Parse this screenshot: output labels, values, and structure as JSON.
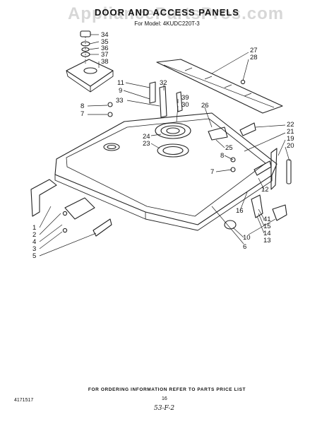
{
  "title": "DOOR AND ACCESS PANELS",
  "model": "For Model: 4KUDC220T-3",
  "watermark": "AppliancePartsPros.com",
  "footer_order": "FOR ORDERING INFORMATION REFER TO PARTS PRICE LIST",
  "doc_number": "4171517",
  "page_number": "16",
  "handwritten_note": "53-F-2",
  "callouts": [
    "34",
    "35",
    "36",
    "37",
    "38",
    "27",
    "28",
    "11",
    "32",
    "9",
    "33",
    "39",
    "30",
    "8",
    "7",
    "26",
    "24",
    "23",
    "25",
    "22",
    "21",
    "19",
    "20",
    "8",
    "7",
    "12",
    "16",
    "41",
    "15",
    "14",
    "13",
    "10",
    "6",
    "1",
    "2",
    "4",
    "3",
    "5"
  ]
}
